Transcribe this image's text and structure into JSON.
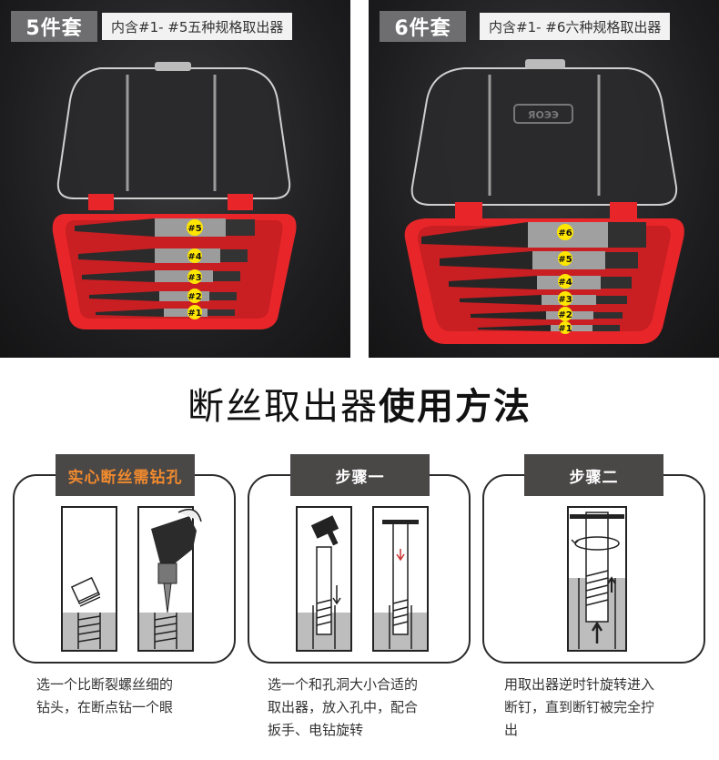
{
  "panels": [
    {
      "tag": "5件套",
      "caption": "内含#1- #5五种规格取出器",
      "extractors": [
        "#5",
        "#4",
        "#3",
        "#2",
        "#1"
      ]
    },
    {
      "tag": "6件套",
      "caption": "内含#1- #6六种规格取出器",
      "brand": "ЯOЭЭ",
      "extractors": [
        "#6",
        "#5",
        "#4",
        "#3",
        "#2",
        "#1"
      ]
    }
  ],
  "title": {
    "light": "断丝取出器",
    "bold": "使用方法"
  },
  "steps": [
    {
      "tab": "实心断丝需钻孔",
      "text_lines": [
        "选一个比断裂螺丝细的",
        "钻头，在断点钻一个眼"
      ]
    },
    {
      "tab": "步骤一",
      "text_lines": [
        "选一个和孔洞大小合适的",
        "取出器，放入孔中，配合",
        "扳手、电钻旋转"
      ]
    },
    {
      "tab": "步骤二",
      "text_lines": [
        "用取出器逆时针旋转进入",
        "断钉，直到断钉被完全拧",
        "出"
      ]
    }
  ],
  "colors": {
    "case_red": "#e8262a",
    "label_yellow": "#ffe600",
    "tab_gray": "#4a4747",
    "tab_orange_text": "#f08a2e",
    "panel_tag": "#6e6e70"
  }
}
